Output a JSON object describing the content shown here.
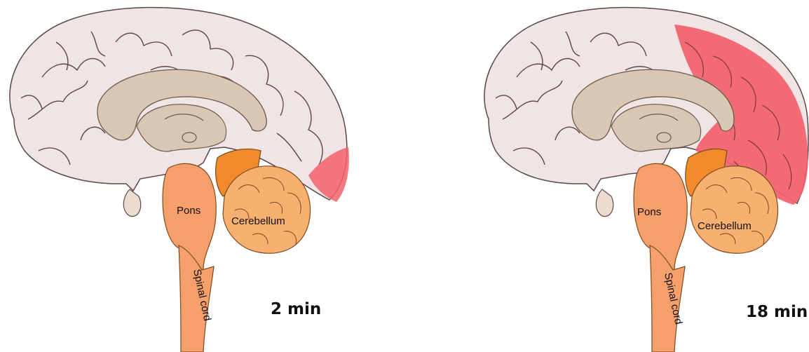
{
  "panels": [
    {
      "time": "2 min",
      "labels": {
        "pons": "Pons",
        "cerebellum": "Cerebellum",
        "spinal_cord": "Spinal cord"
      },
      "highlight_region": "occipital-pole"
    },
    {
      "time": "18 min",
      "labels": {
        "pons": "Pons",
        "cerebellum": "Cerebellum",
        "spinal_cord": "Spinal cord"
      },
      "highlight_region": "parietal-occipital"
    }
  ],
  "colors": {
    "cortex": "#f1e4e4",
    "cortex_stroke": "#5a4848",
    "inner": "#d9c6b5",
    "brainstem": "#f5a06a",
    "cerebellum": "#f8b070",
    "midbrain": "#f08a2a",
    "highlight": "#f2606a"
  }
}
